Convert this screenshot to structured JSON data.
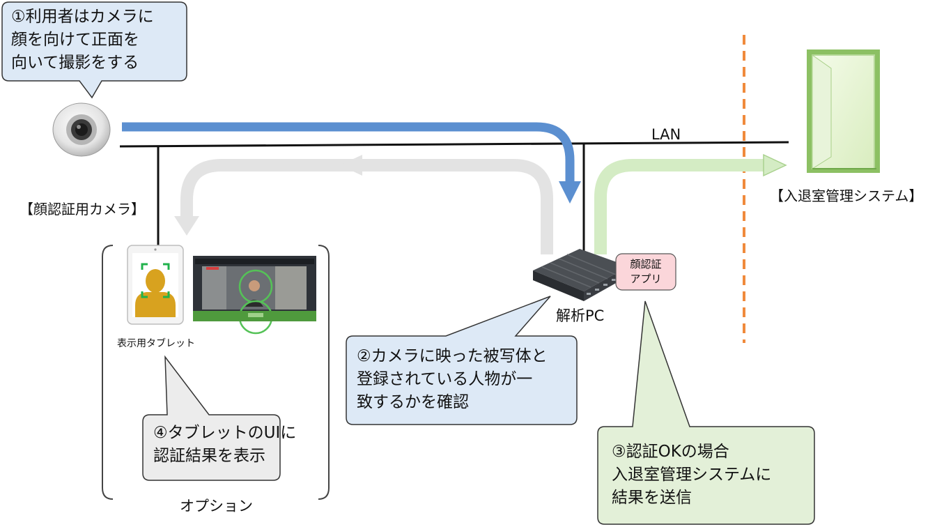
{
  "callouts": {
    "step1": "①利用者はカメラに\n顔を向けて正面を\n向いて撮影をする",
    "step2": "②カメラに映った被写体と\n登録されている人物が一\n致するかを確認",
    "step3": "③認証OKの場合\n入退室管理システムに\n結果を送信",
    "step4": "④タブレットのUIに\n認証結果を表示"
  },
  "labels": {
    "lan": "LAN",
    "camera": "【顔認証用カメラ】",
    "access_system": "【入退室管理システム】",
    "analysis_pc": "解析PC",
    "face_app": "顔認証\nアプリ",
    "tablet": "表示用タブレット",
    "option": "オプション"
  },
  "colors": {
    "data_arrow": "#5b8fd0",
    "return_arrow": "#e3e3e3",
    "result_arrow": "#d4ecc4",
    "boundary_line": "#f08a3c",
    "callout_blue": "#dde9f6",
    "callout_gray": "#ececec",
    "callout_green": "#e3f0d8",
    "app_badge": "#fbd6da"
  },
  "icons": [
    "camera-icon",
    "tablet-icon",
    "person-icon",
    "monitor-screen-icon",
    "pc-icon",
    "door-icon"
  ]
}
